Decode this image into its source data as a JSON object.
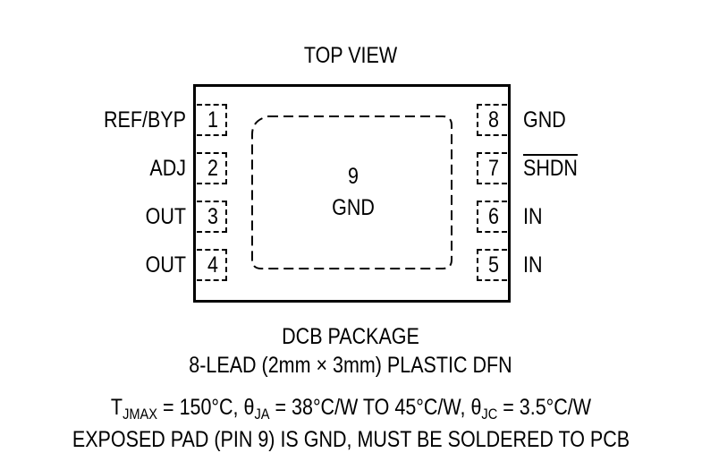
{
  "title": "TOP VIEW",
  "left_pins": [
    {
      "num": "1",
      "label": "REF/BYP"
    },
    {
      "num": "2",
      "label": "ADJ"
    },
    {
      "num": "3",
      "label": "OUT"
    },
    {
      "num": "4",
      "label": "OUT"
    }
  ],
  "right_pins": [
    {
      "num": "8",
      "label": "GND"
    },
    {
      "num": "7",
      "label": "SHDN"
    },
    {
      "num": "6",
      "label": "IN"
    },
    {
      "num": "5",
      "label": "IN"
    }
  ],
  "exposed_pad": {
    "num": "9",
    "label": "GND"
  },
  "package_name": "DCB PACKAGE",
  "package_desc": "8-LEAD (2mm × 3mm) PLASTIC DFN",
  "thermal": {
    "t_sym": "T",
    "t_sub": "JMAX",
    "t_val": " = 150°C, ",
    "ja_sym": "θ",
    "ja_sub": "JA",
    "ja_val": " = 38°C/W TO 45°C/W, ",
    "jc_sym": "θ",
    "jc_sub": "JC",
    "jc_val": " = 3.5°C/W"
  },
  "note": "EXPOSED PAD (PIN 9) IS GND, MUST BE SOLDERED TO PCB"
}
